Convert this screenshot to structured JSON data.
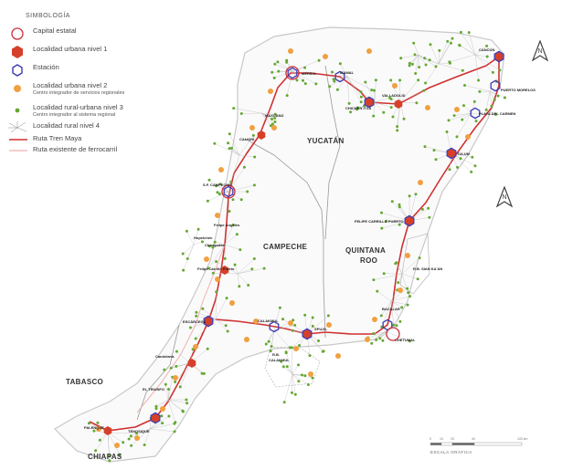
{
  "legend": {
    "title": "SIMBOLOGÍA",
    "items": [
      {
        "symbol": "capital-icon",
        "label": "Capital estatal",
        "sub": ""
      },
      {
        "symbol": "urban-level-1-icon",
        "label": "Localidad urbana nivel 1",
        "sub": ""
      },
      {
        "symbol": "station-icon",
        "label": "Estación",
        "sub": ""
      },
      {
        "symbol": "urban-level-2-icon",
        "label": "Localidad urbana nivel 2",
        "sub": "Centro integrador de servicios regionales"
      },
      {
        "symbol": "rural-urban-level-3-icon",
        "label": "Localidad rural-urbana nivel 3",
        "sub": "Centro integrador al sistema regional"
      },
      {
        "symbol": "rural-level-4-icon",
        "label": "Localidad rural nivel 4",
        "sub": ""
      },
      {
        "symbol": "tren-maya-route-icon",
        "label": "Ruta Tren Maya",
        "sub": ""
      },
      {
        "symbol": "existing-rail-icon",
        "label": "Ruta existente de ferrocarril",
        "sub": ""
      }
    ]
  },
  "regions": {
    "yucatan": "YUCATÁN",
    "campeche": "CAMPECHE",
    "quintana_roo_1": "QUINTANA",
    "quintana_roo_2": "ROO",
    "tabasco": "TABASCO",
    "chiapas": "CHIAPAS"
  },
  "cities": {
    "merida": "MÉRIDA",
    "izamal": "IZAMAL",
    "valladolid": "VALLADOLID",
    "chichen_itza": "CHICHÉN ITZÁ",
    "cancun": "CANCÚN",
    "puerto_morelos": "PUERTO MORELOS",
    "playa_del_carmen": "PLAYA DEL CARMEN",
    "tulum": "TULUM",
    "felipe_carrillo": "FELIPE CARRILLO PUERTO",
    "rb_sian": "R.B. SIAN KA'AN",
    "bacalar": "BACALAR",
    "chetumal": "CHETUMAL",
    "xpujil": "XPUJIL",
    "calakmul_town": "CALAKMUL",
    "rb_calakmul_1": "R.B.",
    "rb_calakmul_2": "CALAKMUL",
    "escarcega": "ESCÁRCEGA",
    "champoton": "Champotón",
    "campeche_city": "S.F. CAMPECHE",
    "calkini": "CALKINÍ",
    "maxcanu": "MAXCANÚ",
    "candelaria": "Candelaria",
    "el_triunfo": "EL TRIUNFO",
    "tenosique": "TENOSIQUE",
    "palenque": "PALENQUE",
    "felipe_angeles": "Felipe Ángeles",
    "carrillo_puerto_camp": "Felipe Carrillo Puerto",
    "hopelchen": "Hopelchén"
  },
  "scale": {
    "title": "ESCALA GRÁFICA",
    "ticks": [
      "0",
      "10",
      "20",
      "40",
      "100 km"
    ]
  },
  "colors": {
    "capital_stroke": "#c62f3a",
    "urban1": "#d6402b",
    "station": "#3a3ab4",
    "urban2": "#f0a040",
    "rural3": "#64a832",
    "route": "#d03030",
    "existing_rail": "#f0b0b0",
    "landmass_stroke": "#c8c8c8",
    "state_border": "#9a9a9a"
  }
}
